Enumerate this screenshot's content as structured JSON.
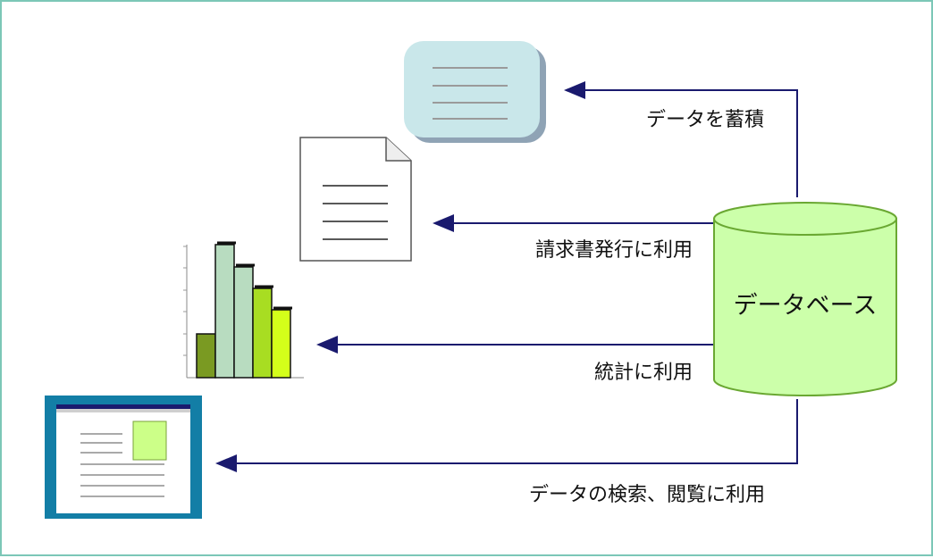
{
  "database": {
    "label": "データベース"
  },
  "flows": [
    {
      "id": "store",
      "label": "データを蓄積"
    },
    {
      "id": "invoice",
      "label": "請求書発行に利用"
    },
    {
      "id": "stats",
      "label": "統計に利用"
    },
    {
      "id": "browse",
      "label": "データの検索、閲覧に利用"
    }
  ],
  "icons": {
    "store": "storage-icon",
    "invoice": "document-icon",
    "stats": "bar-chart-icon",
    "browse": "window-icon"
  },
  "colors": {
    "frame_border": "#7cc7b7",
    "arrow": "#1a1a6e",
    "database_fill": "#ccffaa",
    "database_stroke": "#6aa832",
    "storage_fill": "#c9e7ea",
    "window_frame": "#137ea6",
    "window_note": "#ccff88"
  }
}
